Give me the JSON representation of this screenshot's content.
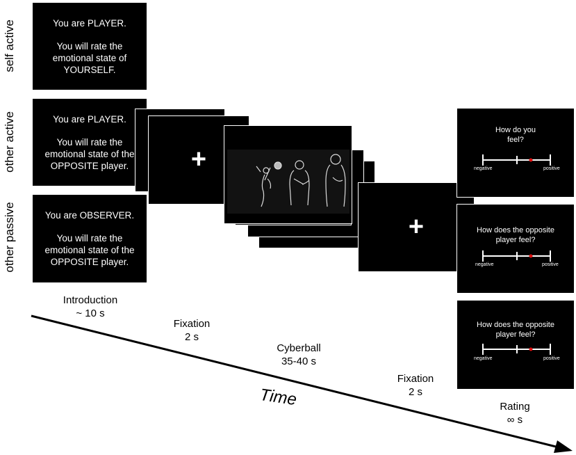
{
  "conditions": [
    {
      "label": "self active",
      "line1": "You are PLAYER.",
      "line2": "You will rate the emotional state of YOURSELF."
    },
    {
      "label": "other active",
      "line1": "You are PLAYER.",
      "line2": "You will rate the emotional state of the OPPOSITE player."
    },
    {
      "label": "other passive",
      "line1": "You are OBSERVER.",
      "line2": "You will rate the emotional state of the OPPOSITE player."
    }
  ],
  "phases": {
    "introduction": {
      "name": "Introduction",
      "duration": "~ 10 s"
    },
    "fixation1": {
      "name": "Fixation",
      "duration": "2 s"
    },
    "cyberball": {
      "name": "Cyberball",
      "duration": "35-40 s"
    },
    "fixation2": {
      "name": "Fixation",
      "duration": "2 s"
    },
    "rating": {
      "name": "Rating",
      "duration": "∞ s"
    }
  },
  "axis_label": "Time",
  "fixation_symbol": "+",
  "ratings": [
    {
      "question": "How do you feel?",
      "low": "negative",
      "high": "positive"
    },
    {
      "question": "How does the opposite player feel?",
      "low": "negative",
      "high": "positive"
    },
    {
      "question": "How does the opposite player feel?",
      "low": "negative",
      "high": "positive"
    }
  ],
  "colors": {
    "panel": "#000000",
    "text": "#ffffff",
    "marker": "#e01010"
  }
}
